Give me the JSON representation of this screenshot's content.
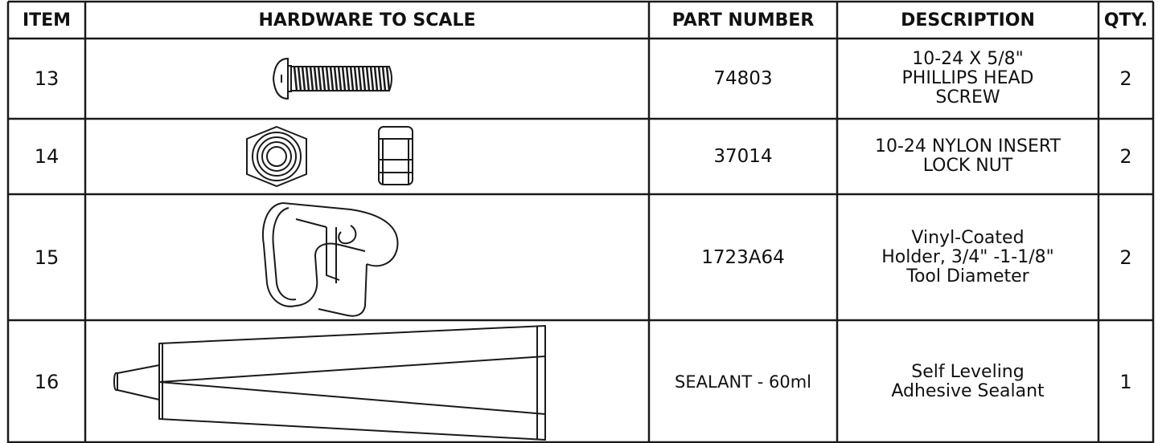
{
  "header": {
    "item": "ITEM",
    "hardware": "HARDWARE TO SCALE",
    "part_number": "PART NUMBER",
    "description": "DESCRIPTION",
    "qty": "QTY."
  },
  "rows": [
    {
      "item": "13",
      "part_number": "74803",
      "description": "10-24 X 5/8\"\nPHILLIPS HEAD\nSCREW",
      "qty": "2",
      "hardware_icon": "phillips-head-screw"
    },
    {
      "item": "14",
      "part_number": "37014",
      "description": "10-24 NYLON INSERT\nLOCK NUT",
      "qty": "2",
      "hardware_icon": "nylon-lock-nut"
    },
    {
      "item": "15",
      "part_number": "1723A64",
      "description": "Vinyl-Coated\nHolder, 3/4\" -1-1/8\"\nTool Diameter",
      "qty": "2",
      "hardware_icon": "tool-holder-clip"
    },
    {
      "item": "16",
      "part_number": "SEALANT - 60ml",
      "description": "Self Leveling\nAdhesive Sealant",
      "qty": "1",
      "hardware_icon": "sealant-tube"
    }
  ],
  "colors": {
    "line": "#1a1a1a",
    "background": "#ffffff"
  }
}
